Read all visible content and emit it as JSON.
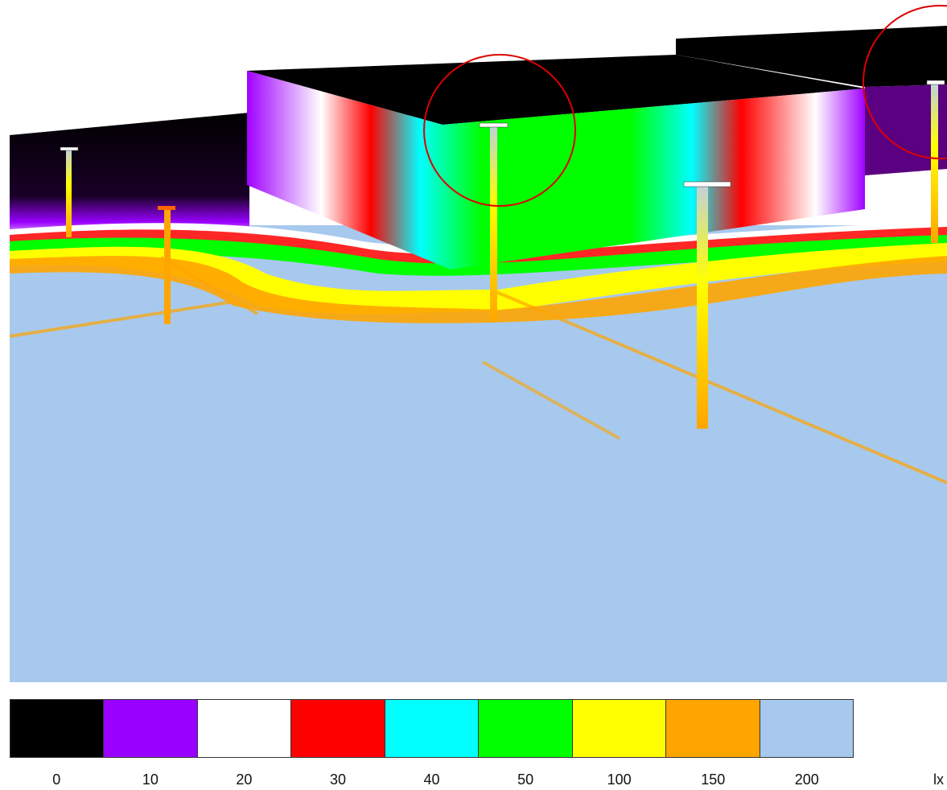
{
  "legend": {
    "unit": "lx",
    "items": [
      {
        "label": "0",
        "color": "#000000"
      },
      {
        "label": "10",
        "color": "#9900ff"
      },
      {
        "label": "20",
        "color": "#ffffff"
      },
      {
        "label": "30",
        "color": "#ff0000"
      },
      {
        "label": "40",
        "color": "#00ffff"
      },
      {
        "label": "50",
        "color": "#00ff00"
      },
      {
        "label": "100",
        "color": "#ffff00"
      },
      {
        "label": "150",
        "color": "#ffa500"
      },
      {
        "label": "200",
        "color": "#a7c9ee"
      }
    ]
  },
  "scene": {
    "highlight_color": "#dd0000",
    "ground_color": "#a7c9ee"
  }
}
